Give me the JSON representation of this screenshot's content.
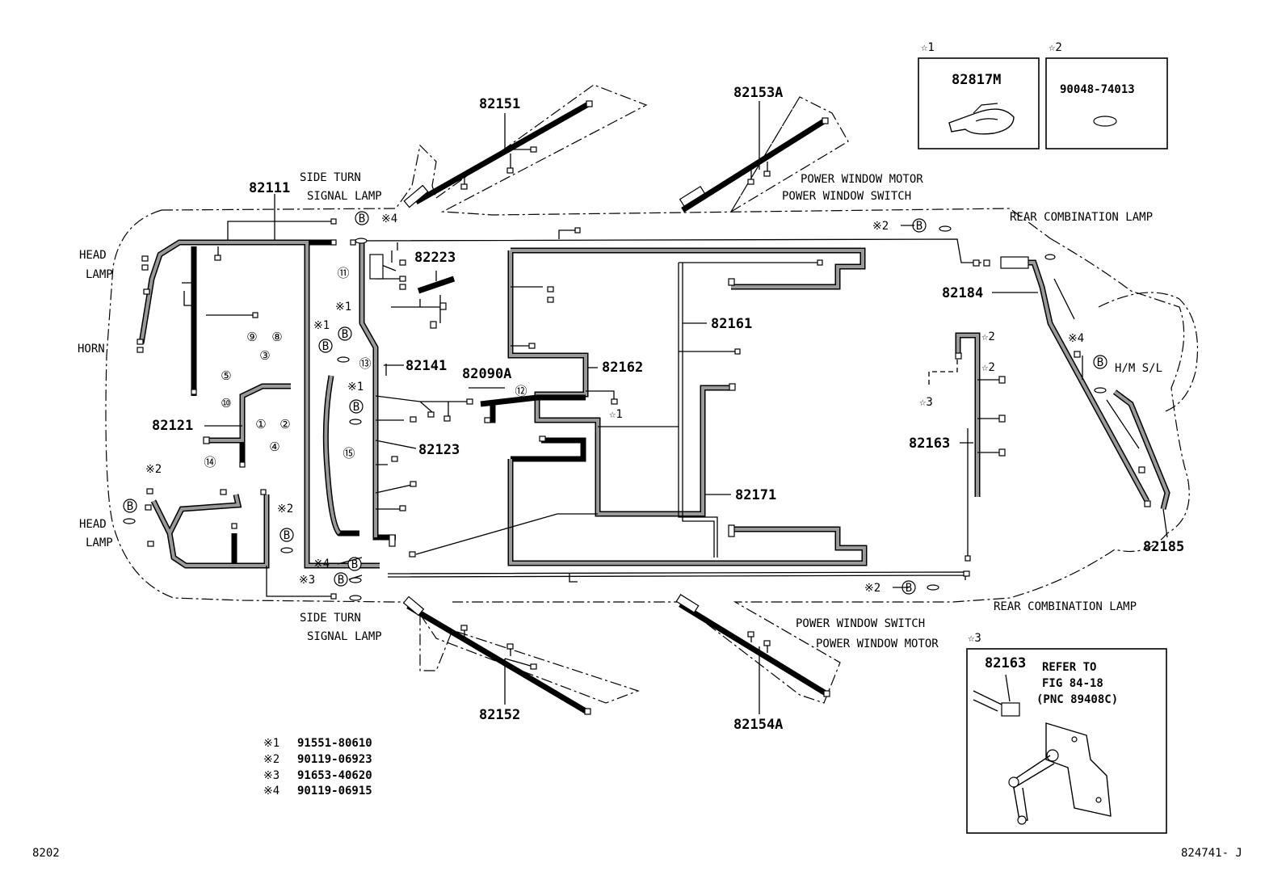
{
  "figure_code": "8202",
  "figure_id": "824741- J",
  "part_labels": {
    "p82111": "82111",
    "p82121": "82121",
    "p82141": "82141",
    "p82123": "82123",
    "p82090A": "82090A",
    "p82223": "82223",
    "p82162": "82162",
    "p82161": "82161",
    "p82171": "82171",
    "p82163": "82163",
    "p82184": "82184",
    "p82185": "82185",
    "p82151": "82151",
    "p82152": "82152",
    "p82153A": "82153A",
    "p82154A": "82154A"
  },
  "location_labels": {
    "head_lamp_top_1": "HEAD",
    "head_lamp_top_2": "LAMP",
    "head_lamp_bottom_1": "HEAD",
    "head_lamp_bottom_2": "LAMP",
    "horn": "HORN",
    "side_turn_top_1": "SIDE TURN",
    "side_turn_top_2": "SIGNAL LAMP",
    "side_turn_bottom_1": "SIDE TURN",
    "side_turn_bottom_2": "SIGNAL LAMP",
    "pw_top_1": "POWER WINDOW MOTOR",
    "pw_top_2": "POWER WINDOW SWITCH",
    "pw_bottom_1": "POWER WINDOW SWITCH",
    "pw_bottom_2": "POWER WINDOW MOTOR",
    "rear_combo_top": "REAR COMBINATION LAMP",
    "rear_combo_bottom": "REAR COMBINATION LAMP",
    "hm_sl": "H/M S/L"
  },
  "symbols": {
    "x1": "※1",
    "x2": "※2",
    "x3": "※3",
    "x4": "※4",
    "s1": "☆1",
    "s2": "☆2",
    "s3": "☆3",
    "b": "B"
  },
  "circled_numbers": [
    "①",
    "②",
    "③",
    "④",
    "⑤",
    "⑧",
    "⑨",
    "⑩",
    "⑪",
    "⑫",
    "⑬",
    "⑭",
    "⑮"
  ],
  "inset_boxes": {
    "star1_label": "☆1",
    "star1_part": "82817M",
    "star2_label": "☆2",
    "star2_part": "90048-74013",
    "star3_label": "☆3",
    "star3_part": "82163",
    "refer_1": "REFER TO",
    "refer_2": "FIG 84-18",
    "refer_3": "(PNC 89408C)"
  },
  "legend": [
    {
      "mark": "※1",
      "part": "91551-80610"
    },
    {
      "mark": "※2",
      "part": "90119-06923"
    },
    {
      "mark": "※3",
      "part": "91653-40620"
    },
    {
      "mark": "※4",
      "part": "90119-06915"
    }
  ]
}
